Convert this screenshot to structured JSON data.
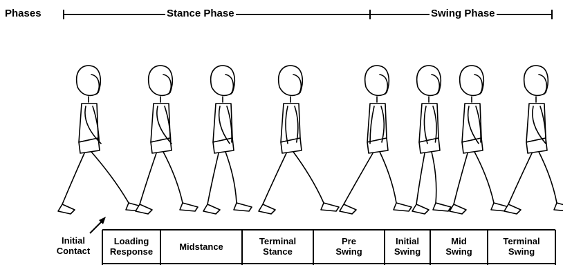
{
  "header": {
    "phases_label": "Phases",
    "stance_phase": "Stance Phase",
    "swing_phase": "Swing Phase"
  },
  "initial_contact": "Initial\nContact",
  "subphases": [
    {
      "label": "Loading\nResponse"
    },
    {
      "label": "Midstance"
    },
    {
      "label": "Terminal\nStance"
    },
    {
      "label": "Pre\nSwing"
    },
    {
      "label": "Initial\nSwing"
    },
    {
      "label": "Mid\nSwing"
    },
    {
      "label": "Terminal\nSwing"
    }
  ],
  "colors": {
    "ink": "#000000",
    "paper": "#ffffff"
  },
  "figure_count": 8
}
